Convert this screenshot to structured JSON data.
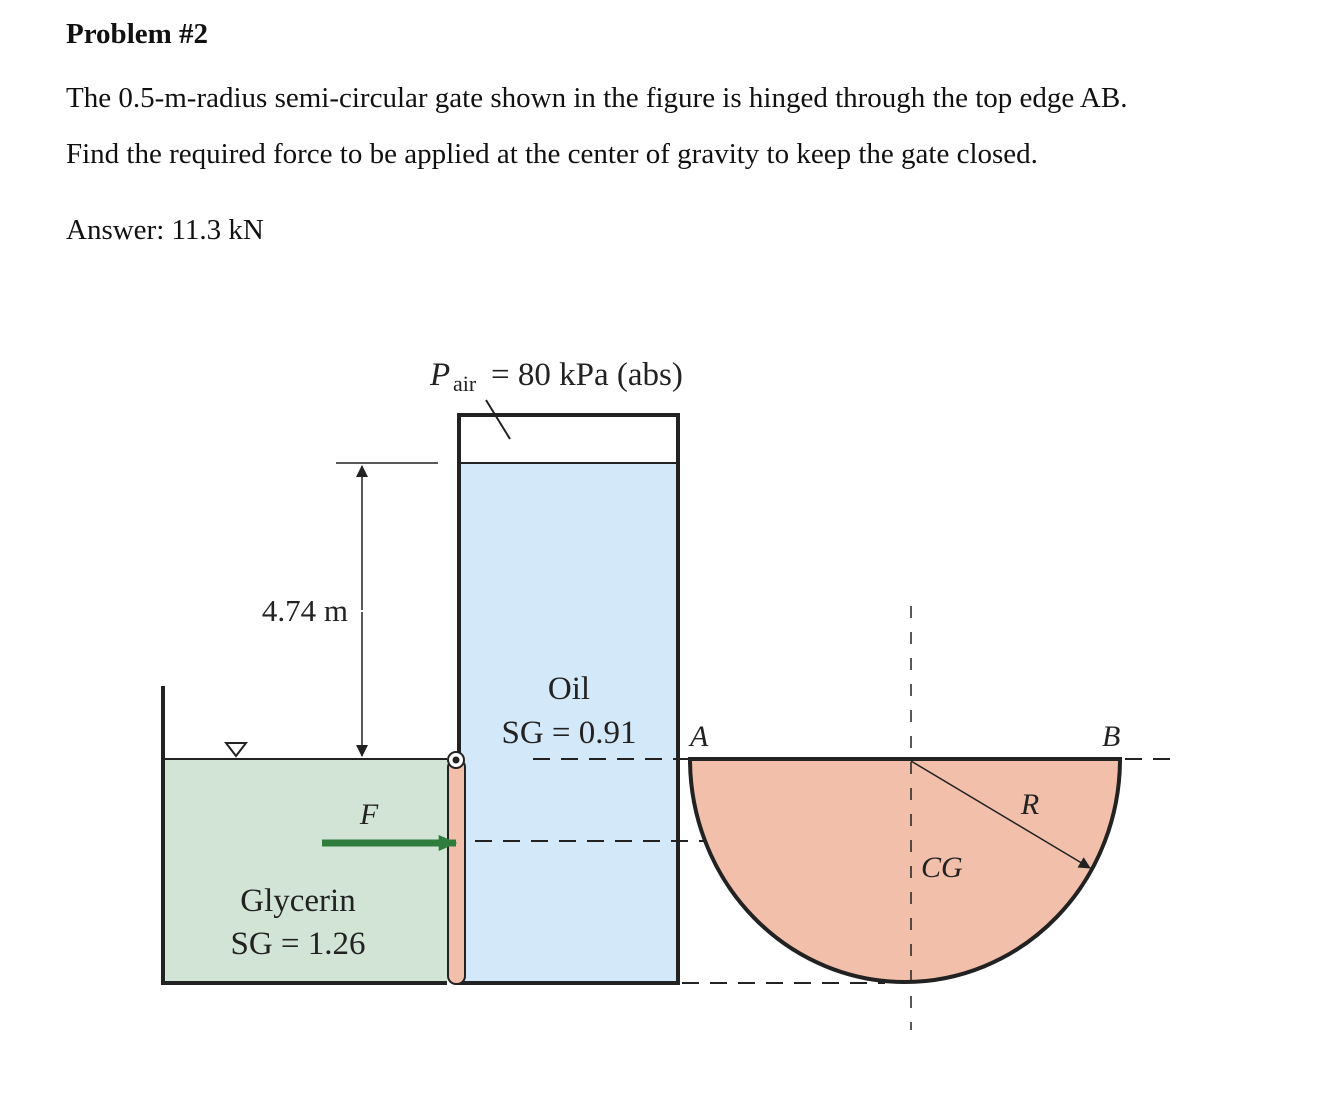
{
  "problem": {
    "title": "Problem #2",
    "line1": "The 0.5-m-radius semi-circular gate shown in the figure is hinged through the top edge AB.",
    "line2": "Find the required force to be applied at the center of gravity to keep the gate closed.",
    "answer": "Answer: 11.3 kN"
  },
  "figure": {
    "air_symbol": "P",
    "air_subscript": "air",
    "air_value": "= 80 kPa (abs)",
    "height_label": "4.74 m",
    "oil_name": "Oil",
    "oil_sg": "SG = 0.91",
    "glycerin_name": "Glycerin",
    "glycerin_sg": "SG = 1.26",
    "force_label": "F",
    "point_a": "A",
    "point_b": "B",
    "radius_label": "R",
    "cg_label": "CG"
  },
  "colors": {
    "oil": "#d3e8f8",
    "glycerin": "#d2e4d6",
    "gate": "#f2bfab",
    "force_arrow": "#2e7d3c",
    "outline": "#222222"
  }
}
